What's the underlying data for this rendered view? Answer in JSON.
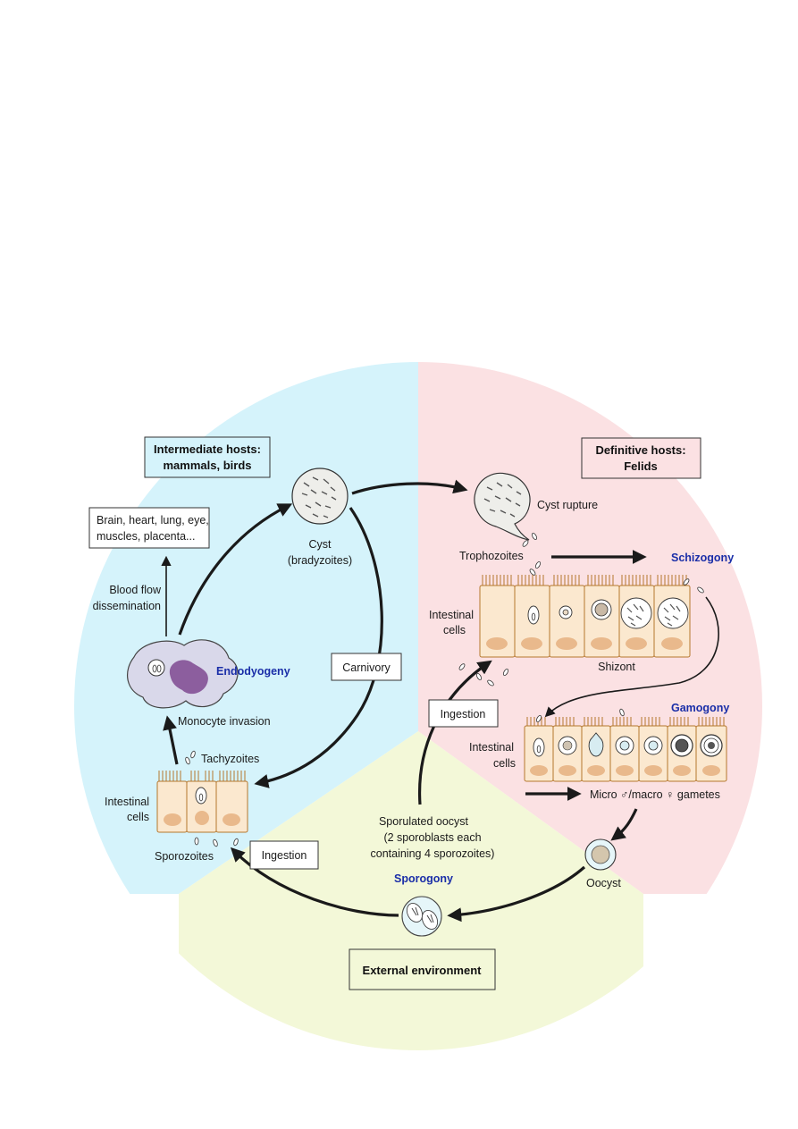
{
  "regions": {
    "intermediate_header": [
      "Intermediate hosts:",
      "mammals, birds"
    ],
    "definitive_header": [
      "Definitive hosts:",
      "Felids"
    ],
    "external_header": "External environment"
  },
  "colors": {
    "intermediate_bg": "#d5f3fb",
    "definitive_bg": "#fbe1e3",
    "external_bg": "#f3f8d8",
    "process_label": "#1a2ea8",
    "cell_fill": "#fbe8cf",
    "cell_stroke": "#b5772e",
    "monocyte_nucleus": "#8c5e9e"
  },
  "labels": {
    "organs": [
      "Brain, heart, lung, eye,",
      "muscles, placenta..."
    ],
    "blood_flow": [
      "Blood flow",
      "dissemination"
    ],
    "endodyogeny": "Endodyogeny",
    "monocyte_invasion": "Monocyte invasion",
    "tachyzoites": "Tachyzoites",
    "intestinal_cells_left": [
      "Intestinal",
      "cells"
    ],
    "sporozoites": "Sporozoites",
    "cyst": [
      "Cyst",
      "(bradyzoites)"
    ],
    "carnivory": "Carnivory",
    "ingestion_left": "Ingestion",
    "sporulated_oocyst": [
      "Sporulated oocyst",
      "(2 sporoblasts each",
      "containing 4 sporozoites)"
    ],
    "sporogony": "Sporogony",
    "cyst_rupture": "Cyst rupture",
    "trophozoites": "Trophozoites",
    "schizogony": "Schizogony",
    "intestinal_cells_top": [
      "Intestinal",
      "cells"
    ],
    "shizont": "Shizont",
    "ingestion_right": "Ingestion",
    "gamogony": "Gamogony",
    "intestinal_cells_bottom": [
      "Intestinal",
      "cells"
    ],
    "gametes": "Micro ♂/macro ♀ gametes",
    "oocyst": "Oocyst"
  }
}
